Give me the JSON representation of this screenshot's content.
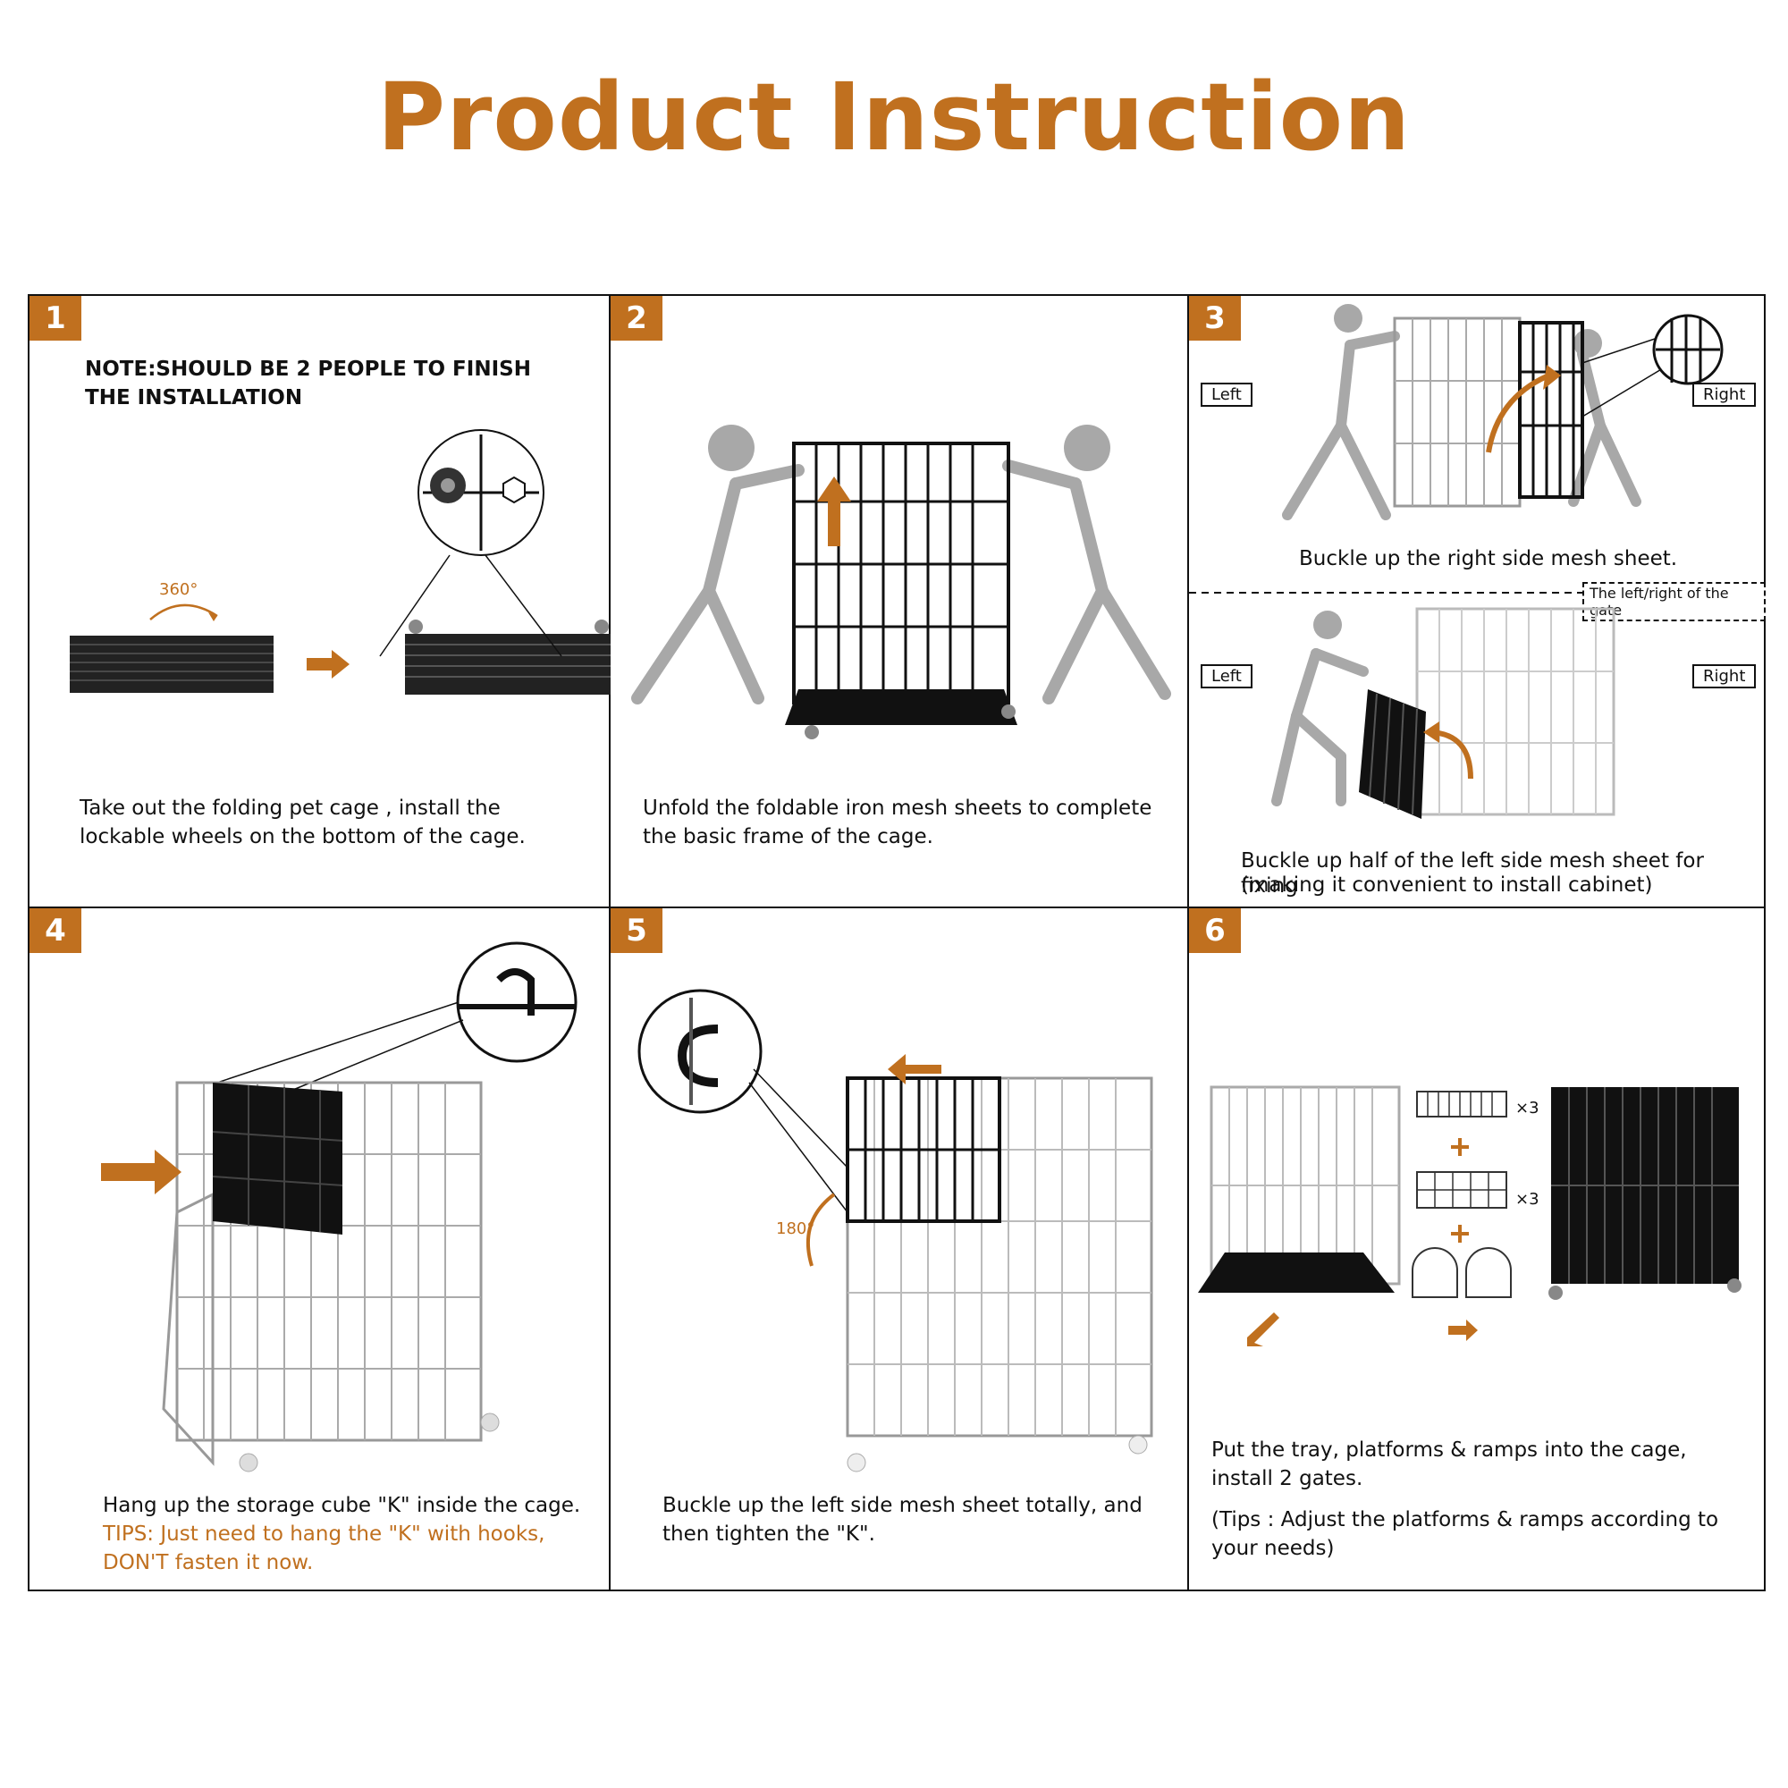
{
  "title": "Product Instruction",
  "colors": {
    "accent": "#C0701F",
    "frame": "#111111",
    "gray_figure": "#A8A8A8"
  },
  "steps": [
    {
      "num": "1",
      "note": "NOTE:SHOULD BE 2 PEOPLE TO FINISH THE INSTALLATION",
      "angle_label": "360°",
      "caption": "Take out the folding pet cage , install the lockable wheels on the bottom of the cage."
    },
    {
      "num": "2",
      "caption": "Unfold the foldable iron mesh sheets to complete the basic frame of the cage."
    },
    {
      "num": "3",
      "left_label": "Left",
      "right_label": "Right",
      "caption_top": "Buckle up the right side mesh sheet.",
      "gate_label": "The left/right of the gate",
      "left_label_2": "Left",
      "right_label_2": "Right",
      "caption_bottom_1": "Buckle up half of the left side mesh sheet for fixing",
      "caption_bottom_2": "(making it convenient to install cabinet)"
    },
    {
      "num": "4",
      "caption": "Hang up the storage cube \"K\" inside the cage.",
      "tips": "TIPS: Just need to hang the \"K\" with hooks, DON'T fasten it now."
    },
    {
      "num": "5",
      "angle_label": "180°",
      "caption": "Buckle up the left side mesh sheet totally, and then tighten the \"K\"."
    },
    {
      "num": "6",
      "qty_1": "×3",
      "qty_2": "×3",
      "caption": "Put the tray, platforms & ramps into the cage, install 2 gates.",
      "tips": "(Tips : Adjust the platforms & ramps according to your needs)"
    }
  ]
}
